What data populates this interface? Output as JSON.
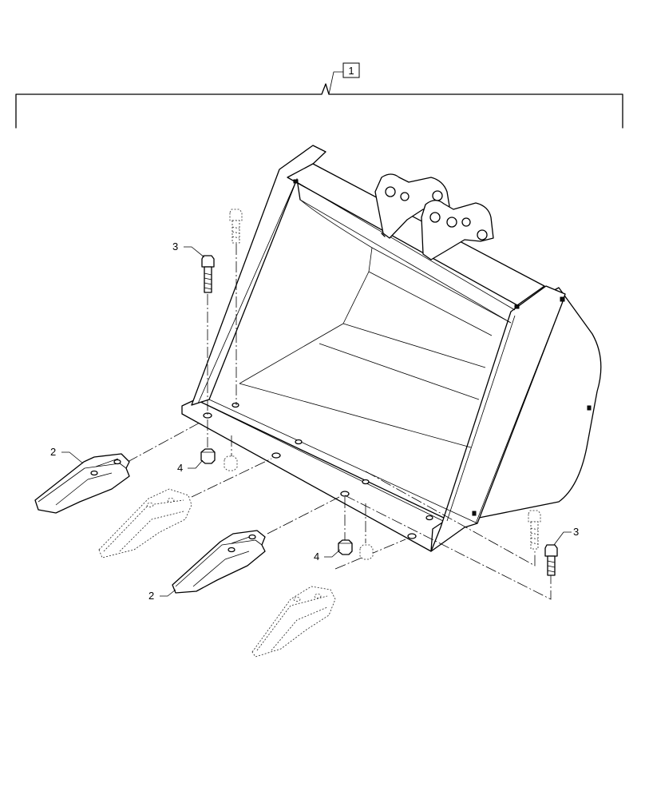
{
  "callouts": {
    "assembly": "1",
    "tooth_upper": "2",
    "tooth_lower": "2",
    "bolt_left": "3",
    "bolt_right": "3",
    "nut_left": "4",
    "nut_right": "4"
  }
}
